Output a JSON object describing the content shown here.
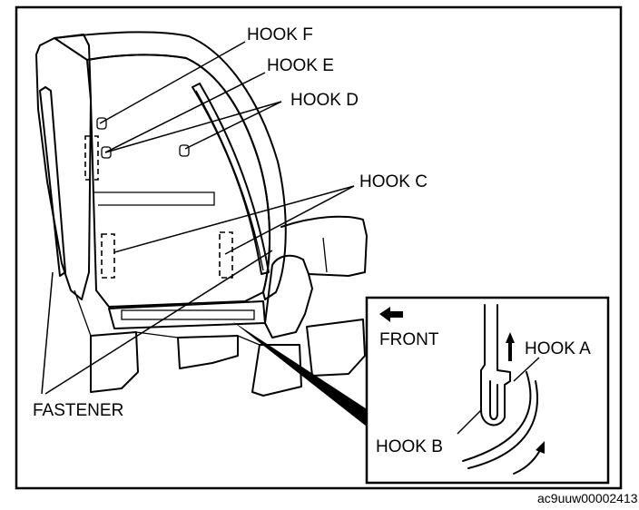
{
  "labels": {
    "hook_a": "HOOK A",
    "hook_b": "HOOK B",
    "hook_c": "HOOK C",
    "hook_d": "HOOK D",
    "hook_e": "HOOK E",
    "hook_f": "HOOK F",
    "fastener": "FASTENER",
    "front": "FRONT"
  },
  "figure_code": "ac9uuw00002413",
  "colors": {
    "ink": "#000000",
    "paper": "#ffffff"
  },
  "icons": {
    "front_arrow": "arrow-left-icon",
    "hook_arrow": "arrow-up-icon",
    "motion_arrow": "curved-arrow-icon"
  }
}
